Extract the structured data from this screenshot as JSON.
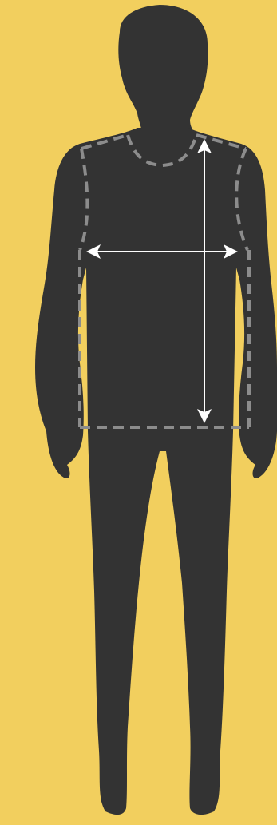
{
  "colors": {
    "background": "#F2CF5E",
    "silhouette": "#333333",
    "guide_dash": "#8C8C8C",
    "arrow": "#FFFFFF"
  },
  "figure": {
    "icon": "human-silhouette-icon",
    "garment_outline": "tshirt-dashed-outline",
    "measurements": [
      "chest-width-arrow",
      "body-length-arrow"
    ]
  }
}
